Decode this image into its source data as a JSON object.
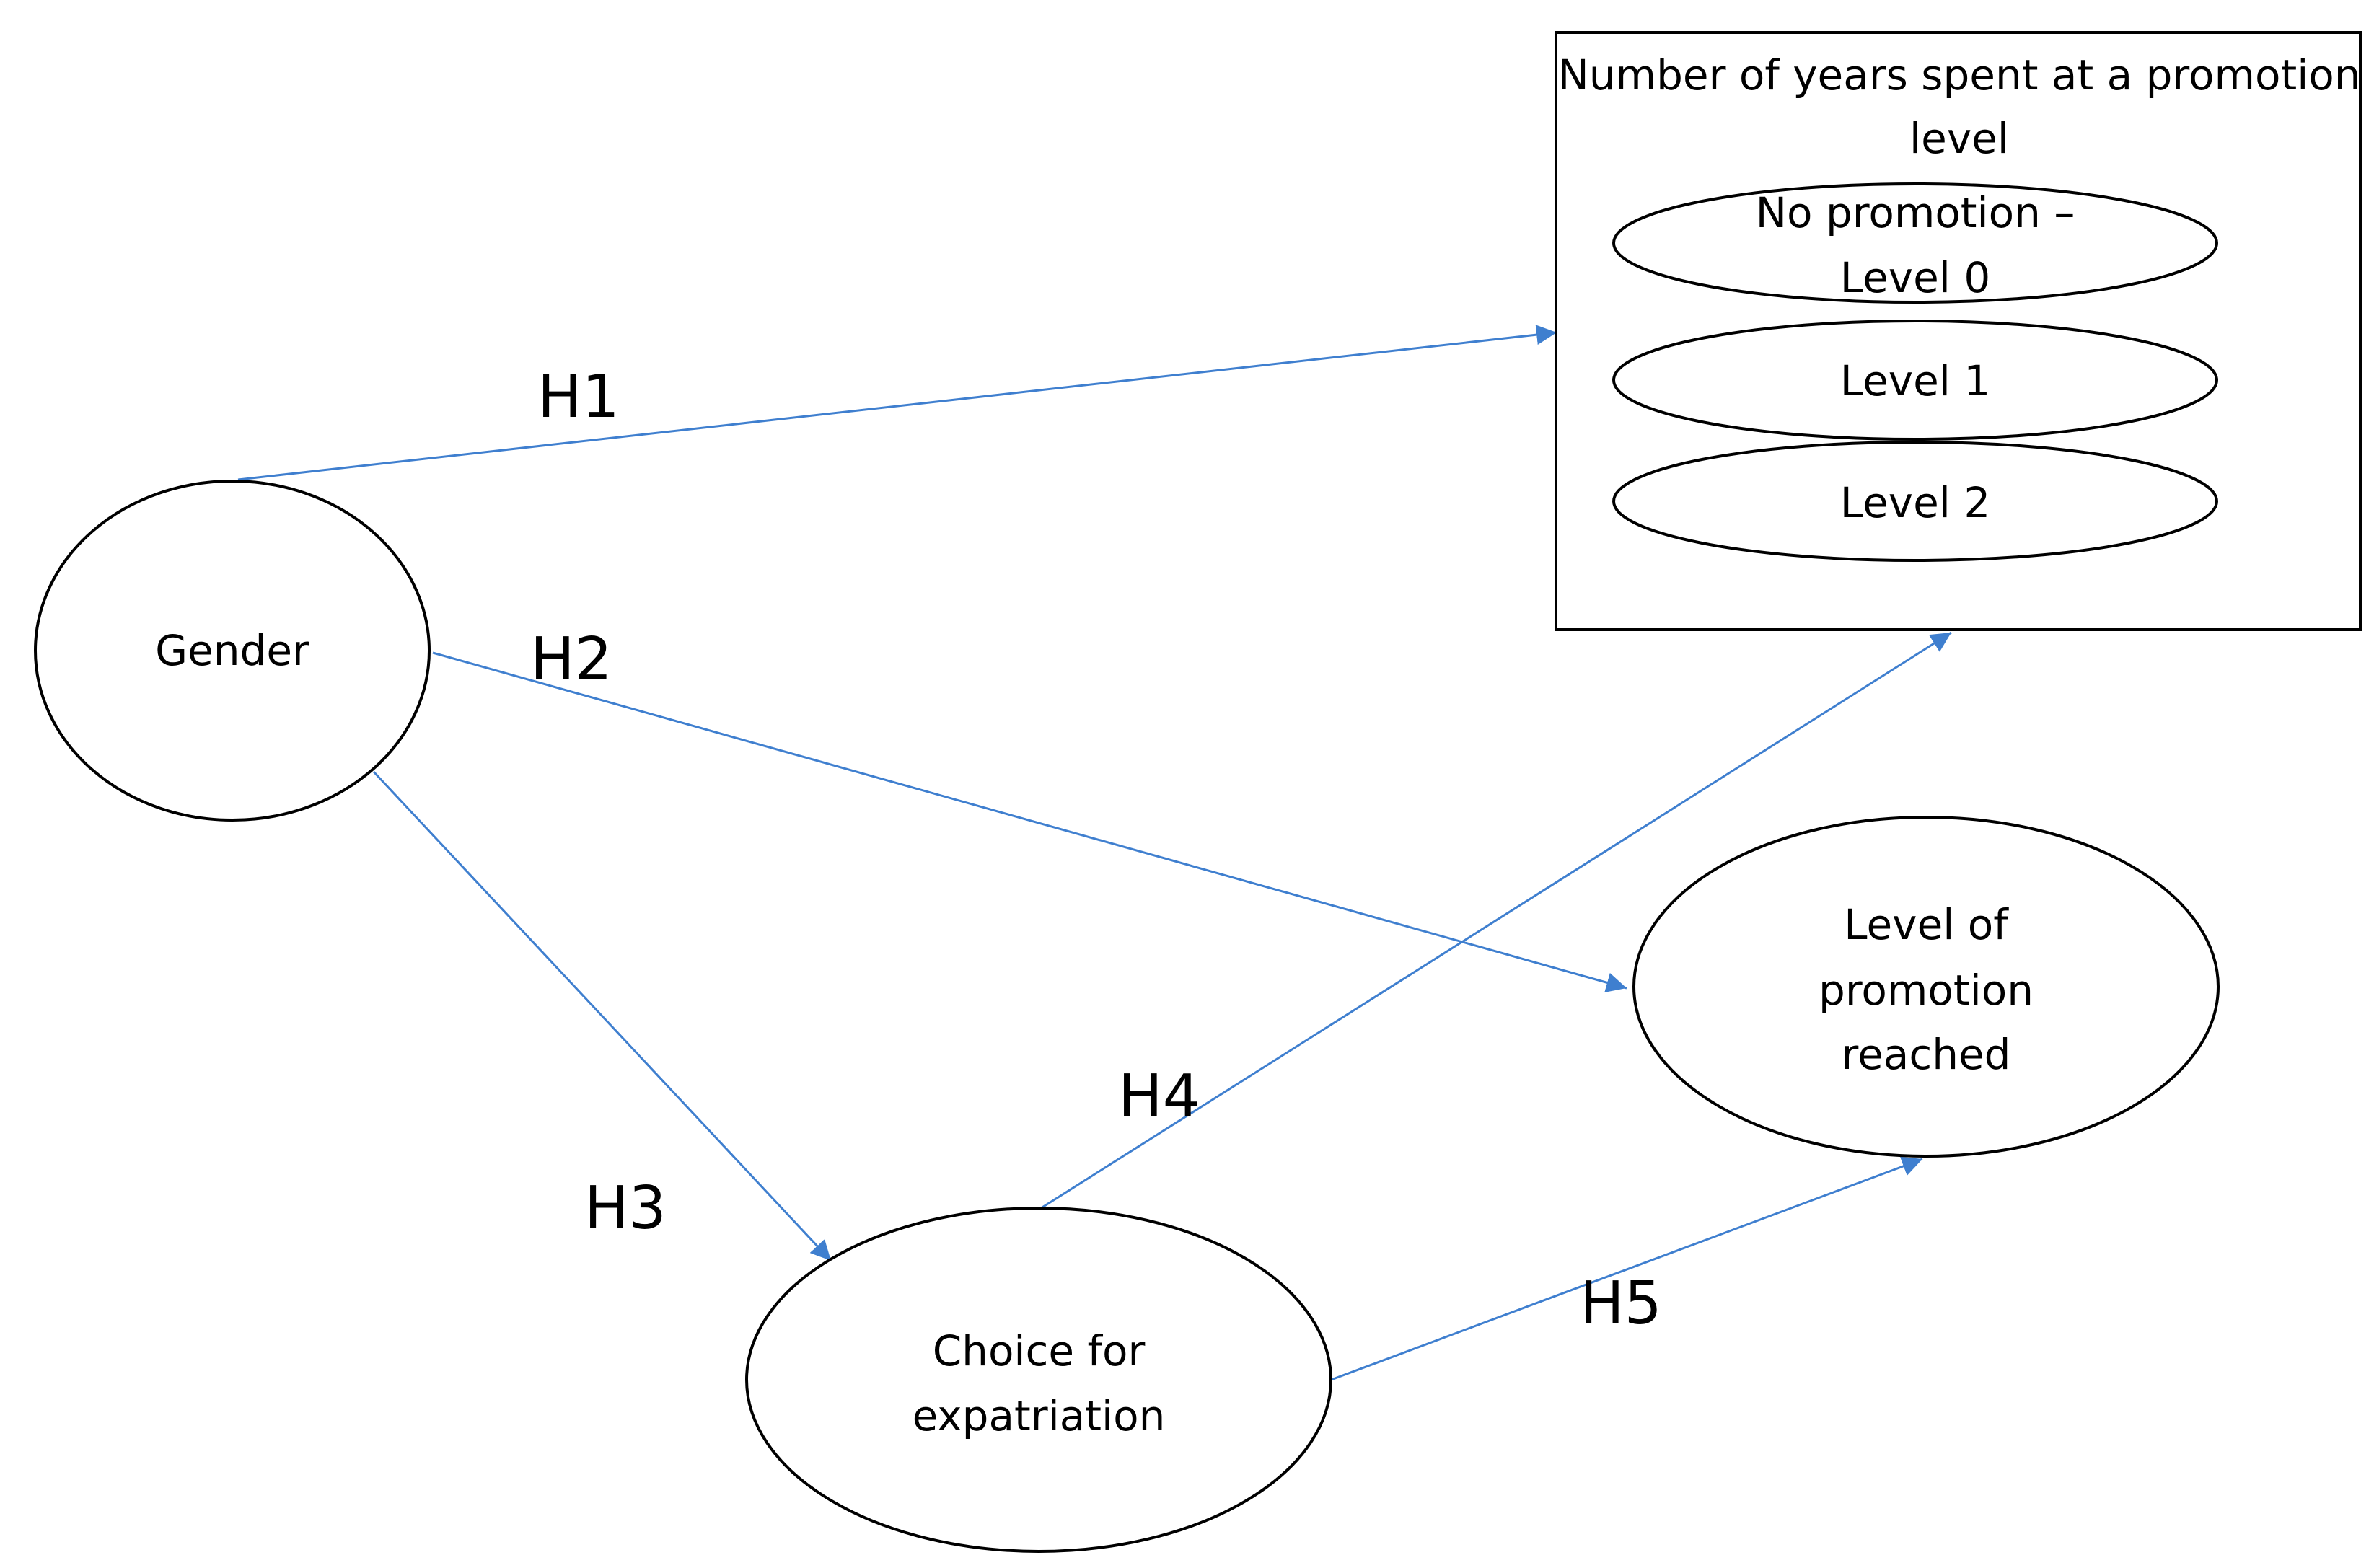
{
  "nodes": {
    "gender": {
      "lines": [
        "Gender"
      ]
    },
    "years_box": {
      "title_lines": [
        "Number of years spent at a promotion",
        "level"
      ]
    },
    "level0": {
      "lines": [
        "No promotion –",
        "Level 0"
      ]
    },
    "level1": {
      "lines": [
        "Level 1"
      ]
    },
    "level2": {
      "lines": [
        "Level 2"
      ]
    },
    "promotion_reached": {
      "lines": [
        "Level of",
        "promotion",
        "reached"
      ]
    },
    "expatriation": {
      "lines": [
        "Choice for",
        "expatriation"
      ]
    }
  },
  "edges": [
    {
      "id": "h1",
      "label": "H1",
      "from": "gender",
      "to": "years_box"
    },
    {
      "id": "h2",
      "label": "H2",
      "from": "gender",
      "to": "promotion_reached"
    },
    {
      "id": "h3",
      "label": "H3",
      "from": "gender",
      "to": "expatriation"
    },
    {
      "id": "h4",
      "label": "H4",
      "from": "expatriation",
      "to": "years_box"
    },
    {
      "id": "h5",
      "label": "H5",
      "from": "expatriation",
      "to": "promotion_reached"
    }
  ],
  "colors": {
    "edge": "#3f7fcf",
    "outline": "#000000",
    "background": "#ffffff"
  }
}
